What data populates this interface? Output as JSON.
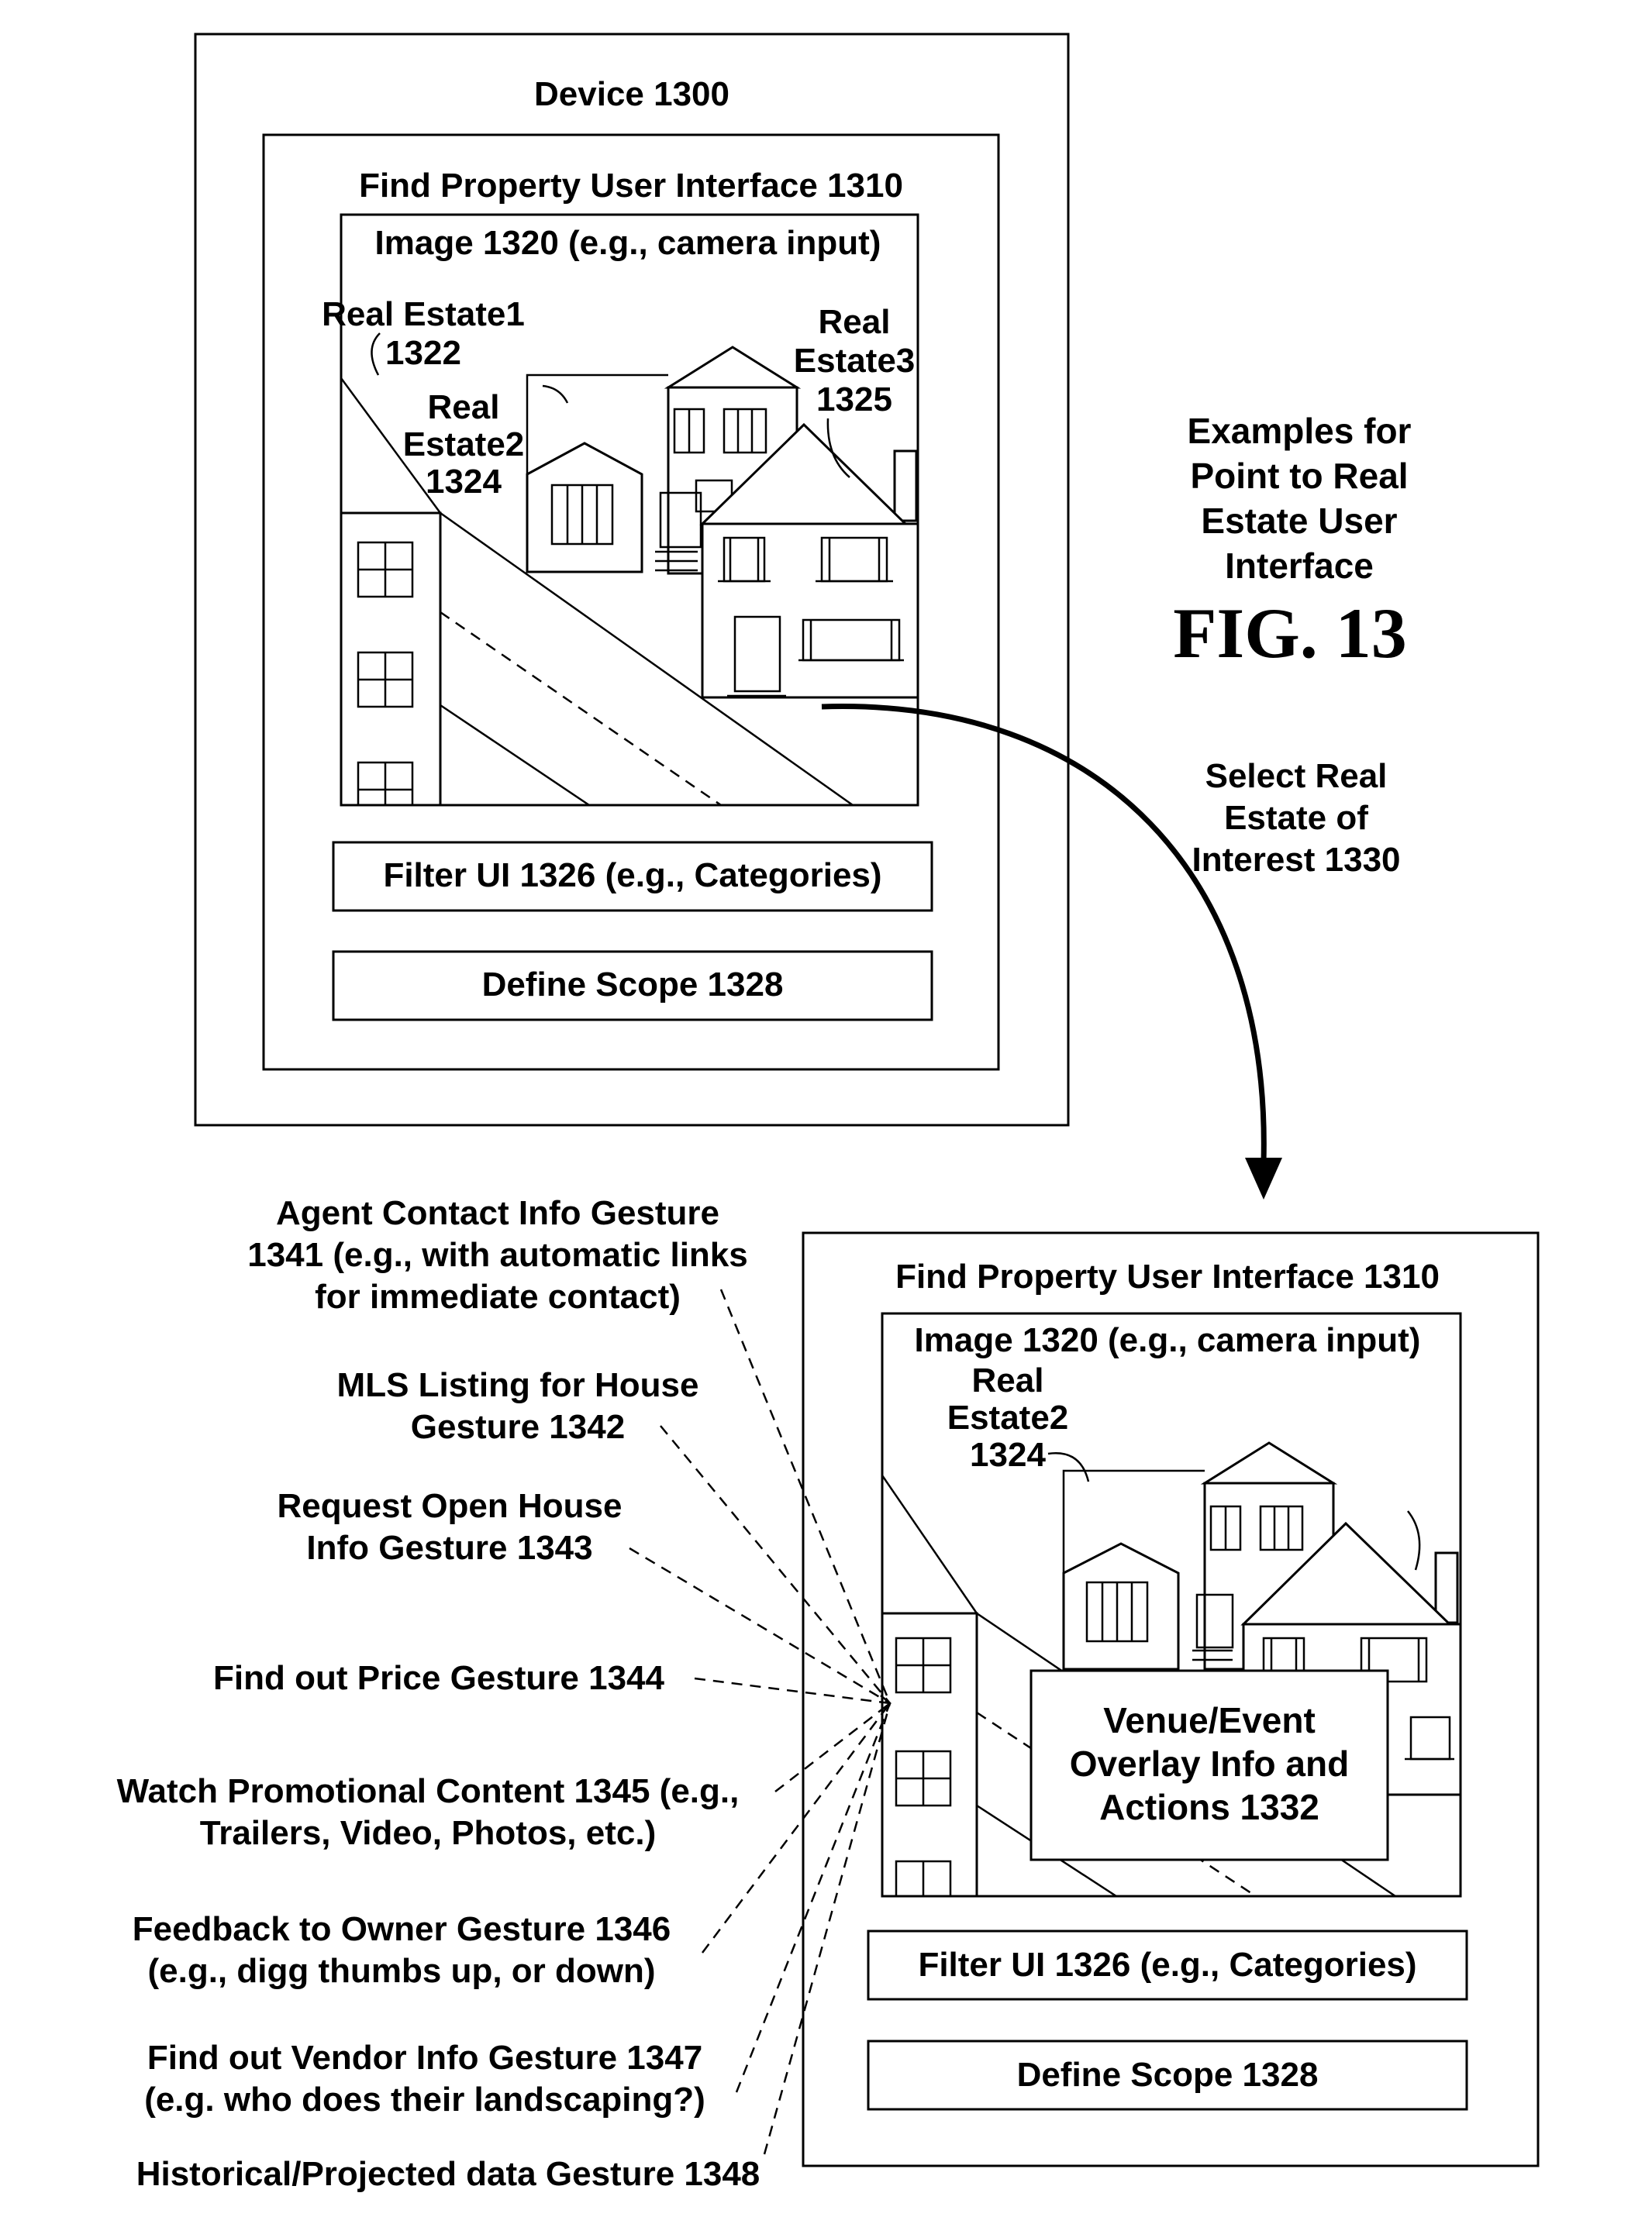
{
  "device": {
    "title": "Device 1300",
    "ui_title": "Find Property User Interface 1310",
    "image_title": "Image 1320 (e.g., camera input)",
    "labels": {
      "re1_line1": "Real Estate1",
      "re1_line2": "1322",
      "re2_line1": "Real",
      "re2_line2": "Estate2",
      "re2_line3": "1324",
      "re3_line1": "Real",
      "re3_line2": "Estate3",
      "re3_line3": "1325"
    },
    "filter_label": "Filter UI 1326 (e.g., Categories)",
    "scope_label": "Define Scope 1328"
  },
  "caption": {
    "lines": [
      "Examples for",
      "Point to Real",
      "Estate User",
      "Interface"
    ],
    "figure": "FIG. 13"
  },
  "select_label": {
    "lines": [
      "Select Real",
      "Estate of",
      "Interest 1330"
    ]
  },
  "result": {
    "ui_title": "Find Property User Interface 1310",
    "image_title": "Image 1320 (e.g., camera input)",
    "re2_line1": "Real",
    "re2_line2": "Estate2",
    "re2_line3": "1324",
    "overlay_lines": [
      "Venue/Event",
      "Overlay Info and",
      "Actions 1332"
    ],
    "filter_label": "Filter UI 1326 (e.g., Categories)",
    "scope_label": "Define Scope 1328"
  },
  "gestures": [
    {
      "lines": [
        "Agent Contact Info Gesture",
        "1341 (e.g., with automatic links",
        "for immediate contact)"
      ]
    },
    {
      "lines": [
        "MLS Listing for House",
        "Gesture 1342"
      ]
    },
    {
      "lines": [
        "Request Open House",
        "Info Gesture 1343"
      ]
    },
    {
      "lines": [
        "Find out Price Gesture 1344"
      ]
    },
    {
      "lines": [
        "Watch Promotional Content 1345 (e.g.,",
        "Trailers, Video, Photos, etc.)"
      ]
    },
    {
      "lines": [
        "Feedback to Owner Gesture 1346",
        "(e.g., digg thumbs up, or down)"
      ]
    },
    {
      "lines": [
        "Find out Vendor Info Gesture 1347",
        "(e.g. who does their landscaping?)"
      ]
    },
    {
      "lines": [
        "Historical/Projected data Gesture 1348"
      ]
    }
  ]
}
